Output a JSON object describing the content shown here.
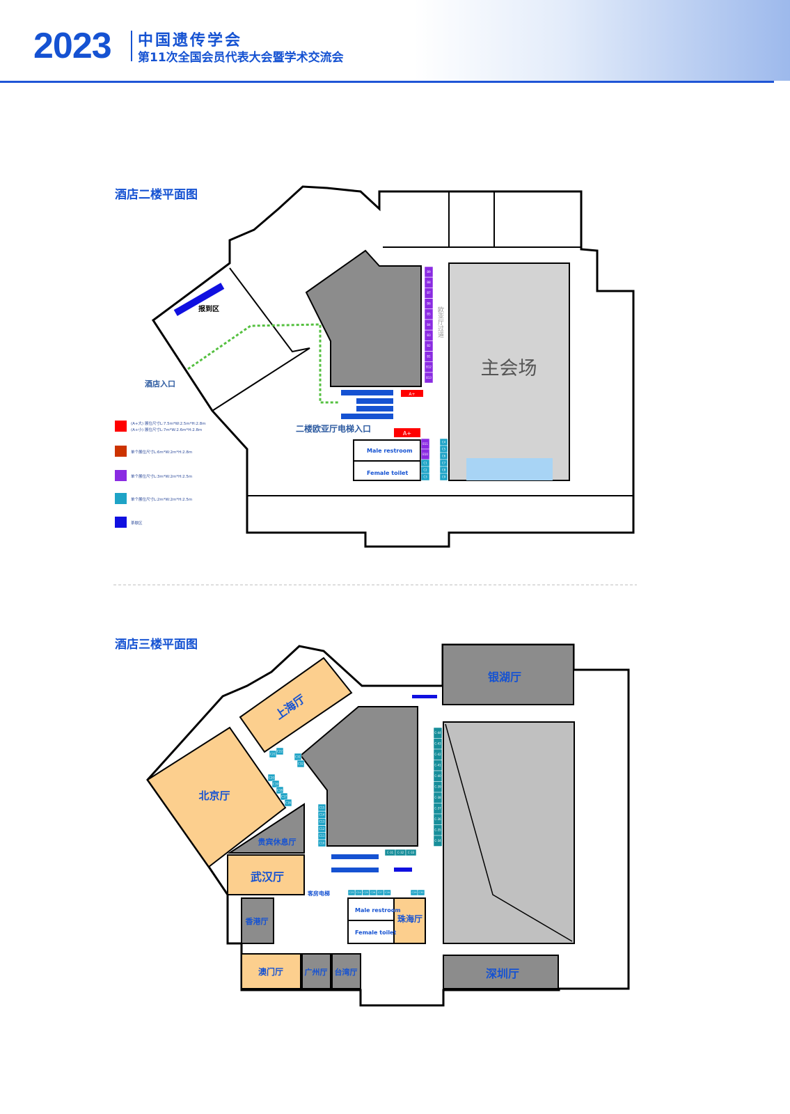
{
  "header": {
    "year": "2023",
    "org": "中国遗传学会",
    "event": "第11次全国会员代表大会暨学术交流会"
  },
  "colors": {
    "brand": "#1552d2",
    "booth_red": "#ff0000",
    "booth_orange": "#cc3300",
    "booth_purple": "#8a2be2",
    "booth_teal": "#1ea3c6",
    "blue_zone": "#1010e0",
    "room_orange": "#fccf8e",
    "room_gray": "#8c8c8c"
  },
  "floor2": {
    "title": "酒店二楼平面图",
    "main_hall": "主会场",
    "registration": "报到区",
    "hotel_entrance": "酒店入口",
    "elevator_entrance": "二楼欧亚厅电梯入口",
    "corridor": "欧亚厅过道",
    "a_plus_1": "A+",
    "a_plus_2": "A+",
    "male_restroom": "Male restroom",
    "female_toilet": "Female toilet",
    "booths_b_column": [
      "B9",
      "B8",
      "B7",
      "B6",
      "B5",
      "B4",
      "B3",
      "B2",
      "B1",
      "B12",
      "B13"
    ],
    "booths_b_lower": [
      "B11",
      "B10"
    ],
    "booths_c_left": [
      "C1",
      "C2",
      "C3"
    ],
    "booths_c_right": [
      "C4",
      "C5",
      "C6",
      "C7",
      "C8",
      "C9"
    ]
  },
  "legend": [
    {
      "color": "#ff0000",
      "lines": [
        "(A+大) 展位尺寸L:7.5m*W:2.5m*H:2.8m",
        "(A+小) 展位尺寸L:7m*W:2.6m*H:2.8m"
      ]
    },
    {
      "color": "#cc3300",
      "lines": [
        "单个展位尺寸L:6m*W:2m*H:2.8m"
      ]
    },
    {
      "color": "#8a2be2",
      "lines": [
        "单个展位尺寸L:3m*W:2m*H:2.5m"
      ]
    },
    {
      "color": "#1ea3c6",
      "lines": [
        "单个展位尺寸L:2m*W:2m*H:2.5m"
      ]
    },
    {
      "color": "#1010e0",
      "lines": [
        "茶歇区"
      ]
    }
  ],
  "floor3": {
    "title": "酒店三楼平面图",
    "rooms": {
      "yinhu": "银湖厅",
      "shanghai": "上海厅",
      "beijing": "北京厅",
      "vip": "贵宾休息厅",
      "wuhan": "武汉厅",
      "hongkong": "香港厅",
      "zhuhai": "珠海厅",
      "macau": "澳门厅",
      "guangzhou": "广州厅",
      "taiwan": "台湾厅",
      "shenzhen": "深圳厅"
    },
    "guest_elevator": "客房电梯",
    "male_restroom": "Male restroom",
    "female_toilet": "Female toilet",
    "booths_right_column": [
      "C-44",
      "C-43",
      "C-42",
      "C-41",
      "C-40",
      "C-39",
      "C-38",
      "C-37",
      "C-36",
      "C-35",
      "C-34"
    ],
    "booths_center_column": [
      "C15",
      "C14",
      "C13",
      "C12",
      "C11",
      "C10"
    ],
    "booths_row_mid": [
      "C-31",
      "C-32",
      "C-33"
    ],
    "booths_row_bottom": [
      "C25",
      "C24",
      "C25",
      "C26",
      "C27",
      "C28"
    ],
    "booths_row_right": [
      "C29",
      "C30"
    ],
    "booths_top_left": [
      "C21",
      "C22"
    ],
    "booths_top_mid": [
      "C31",
      "C32"
    ],
    "booths_diag": [
      "C20",
      "C19",
      "C18",
      "C17",
      "C16"
    ]
  }
}
